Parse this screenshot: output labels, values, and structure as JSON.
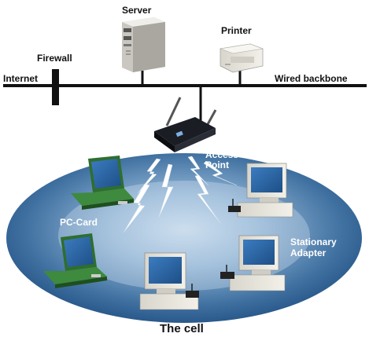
{
  "labels": {
    "server": "Server",
    "printer": "Printer",
    "firewall": "Firewall",
    "internet": "Internet",
    "wired_backbone": "Wired backbone",
    "access_point_line1": "Access",
    "access_point_line2": "Point",
    "pc_card": "PC-Card",
    "stationary_line1": "Stationary",
    "stationary_line2": "Adapter",
    "the_cell": "The cell"
  },
  "colors": {
    "cell_fill": "#2b5d8f",
    "backbone": "#111111",
    "laptop_green": "#2f6e2f",
    "screen_blue": "#2f68a8",
    "signal": "#ffffff"
  }
}
